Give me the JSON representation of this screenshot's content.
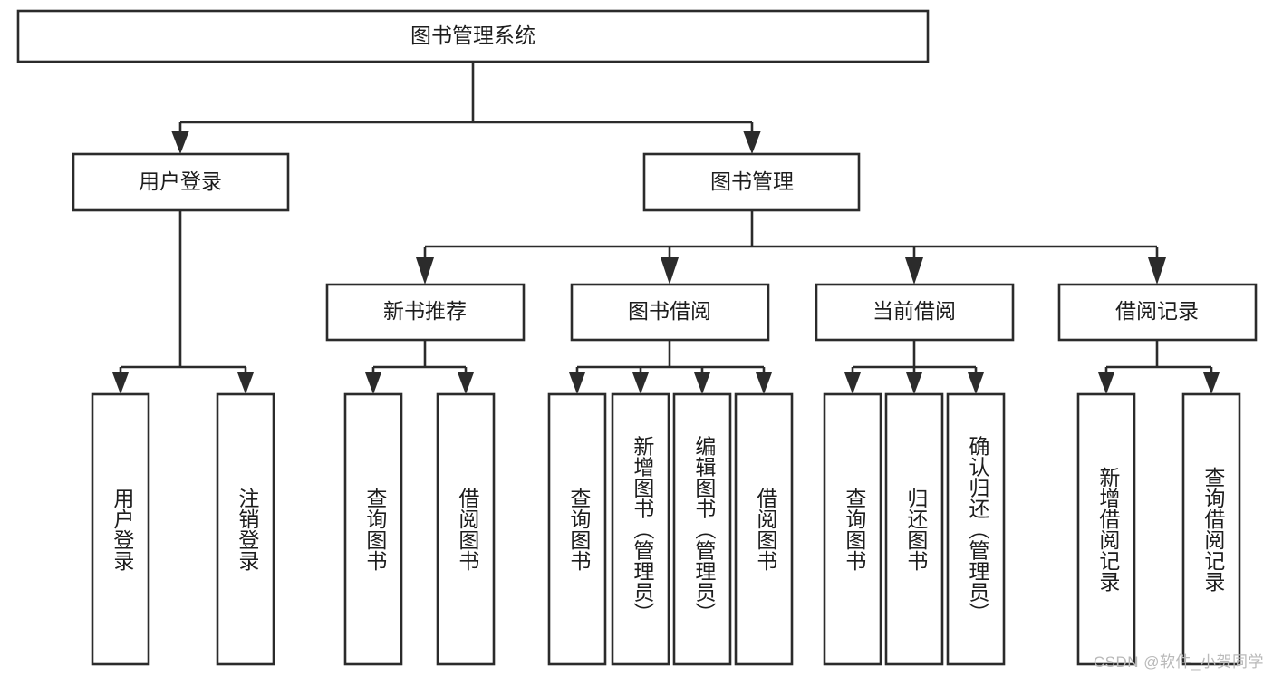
{
  "diagram": {
    "type": "tree-hierarchy",
    "title": "图书管理系统",
    "orientation": "top-down",
    "colors": {
      "box_stroke": "#2b2b2b",
      "box_fill": "#ffffff",
      "connector": "#2b2b2b",
      "text": "#1d1d1d",
      "background": "#ffffff",
      "watermark": "#b9b9b9"
    },
    "nodes": {
      "root": {
        "label": "图书管理系统"
      },
      "level2": [
        {
          "id": "user-login",
          "label": "用户登录"
        },
        {
          "id": "book-management",
          "label": "图书管理"
        }
      ],
      "level3": [
        {
          "id": "new-book-recommend",
          "label": "新书推荐"
        },
        {
          "id": "book-borrow",
          "label": "图书借阅"
        },
        {
          "id": "current-borrow",
          "label": "当前借阅"
        },
        {
          "id": "borrow-record",
          "label": "借阅记录"
        }
      ],
      "leaves": {
        "user_login": [
          {
            "id": "leaf-user-login",
            "label": "用户登录"
          },
          {
            "id": "leaf-logout-login",
            "label": "注销登录"
          }
        ],
        "new_book_recommend": [
          {
            "id": "leaf-query-book-1",
            "label": "查询图书"
          },
          {
            "id": "leaf-borrow-book-1",
            "label": "借阅图书"
          }
        ],
        "book_borrow": [
          {
            "id": "leaf-query-book-2",
            "label": "查询图书"
          },
          {
            "id": "leaf-add-book",
            "label": "新增图书（管理员）"
          },
          {
            "id": "leaf-edit-book",
            "label": "编辑图书（管理员）"
          },
          {
            "id": "leaf-borrow-book-2",
            "label": "借阅图书"
          }
        ],
        "current_borrow": [
          {
            "id": "leaf-query-book-3",
            "label": "查询图书"
          },
          {
            "id": "leaf-return-book",
            "label": "归还图书"
          },
          {
            "id": "leaf-confirm-return",
            "label": "确认归还（管理员）"
          }
        ],
        "borrow_record": [
          {
            "id": "leaf-add-record",
            "label": "新增借阅记录"
          },
          {
            "id": "leaf-query-record",
            "label": "查询借阅记录"
          }
        ]
      }
    }
  },
  "watermark": {
    "text": "CSDN @软件_小贺同学"
  }
}
